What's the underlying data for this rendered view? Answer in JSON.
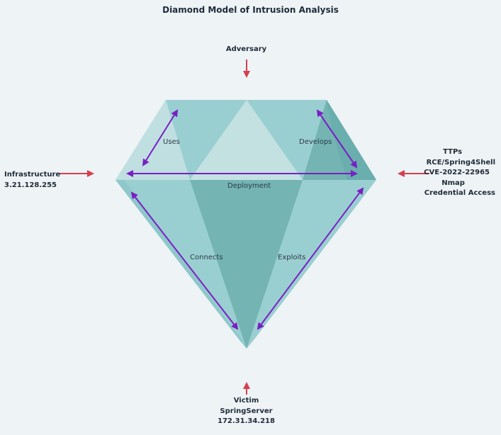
{
  "title": "Diamond Model of Intrusion Analysis",
  "nodes": {
    "adversary": {
      "lines": [
        "Adversary"
      ]
    },
    "infrastructure": {
      "lines": [
        "Infrastructure",
        "3.21.128.255"
      ]
    },
    "capability": {
      "lines": [
        "TTPs",
        "RCE/Spring4Shell",
        "CVE-2022-22965",
        "Nmap",
        "Credential Access"
      ]
    },
    "victim": {
      "lines": [
        "Victim",
        "SpringServer",
        "172.31.34.218"
      ]
    }
  },
  "edges": {
    "uses": "Uses",
    "develops": "Develops",
    "deployment": "Deployment",
    "connects": "Connects",
    "exploits": "Exploits"
  },
  "colors": {
    "background": "#eef3f6",
    "gem_light": "#c2dfe0",
    "gem_mid": "#9acfd1",
    "gem_dark": "#74b4b3",
    "edge_arrow": "#7a1fc4",
    "node_arrow": "#d6404e"
  }
}
